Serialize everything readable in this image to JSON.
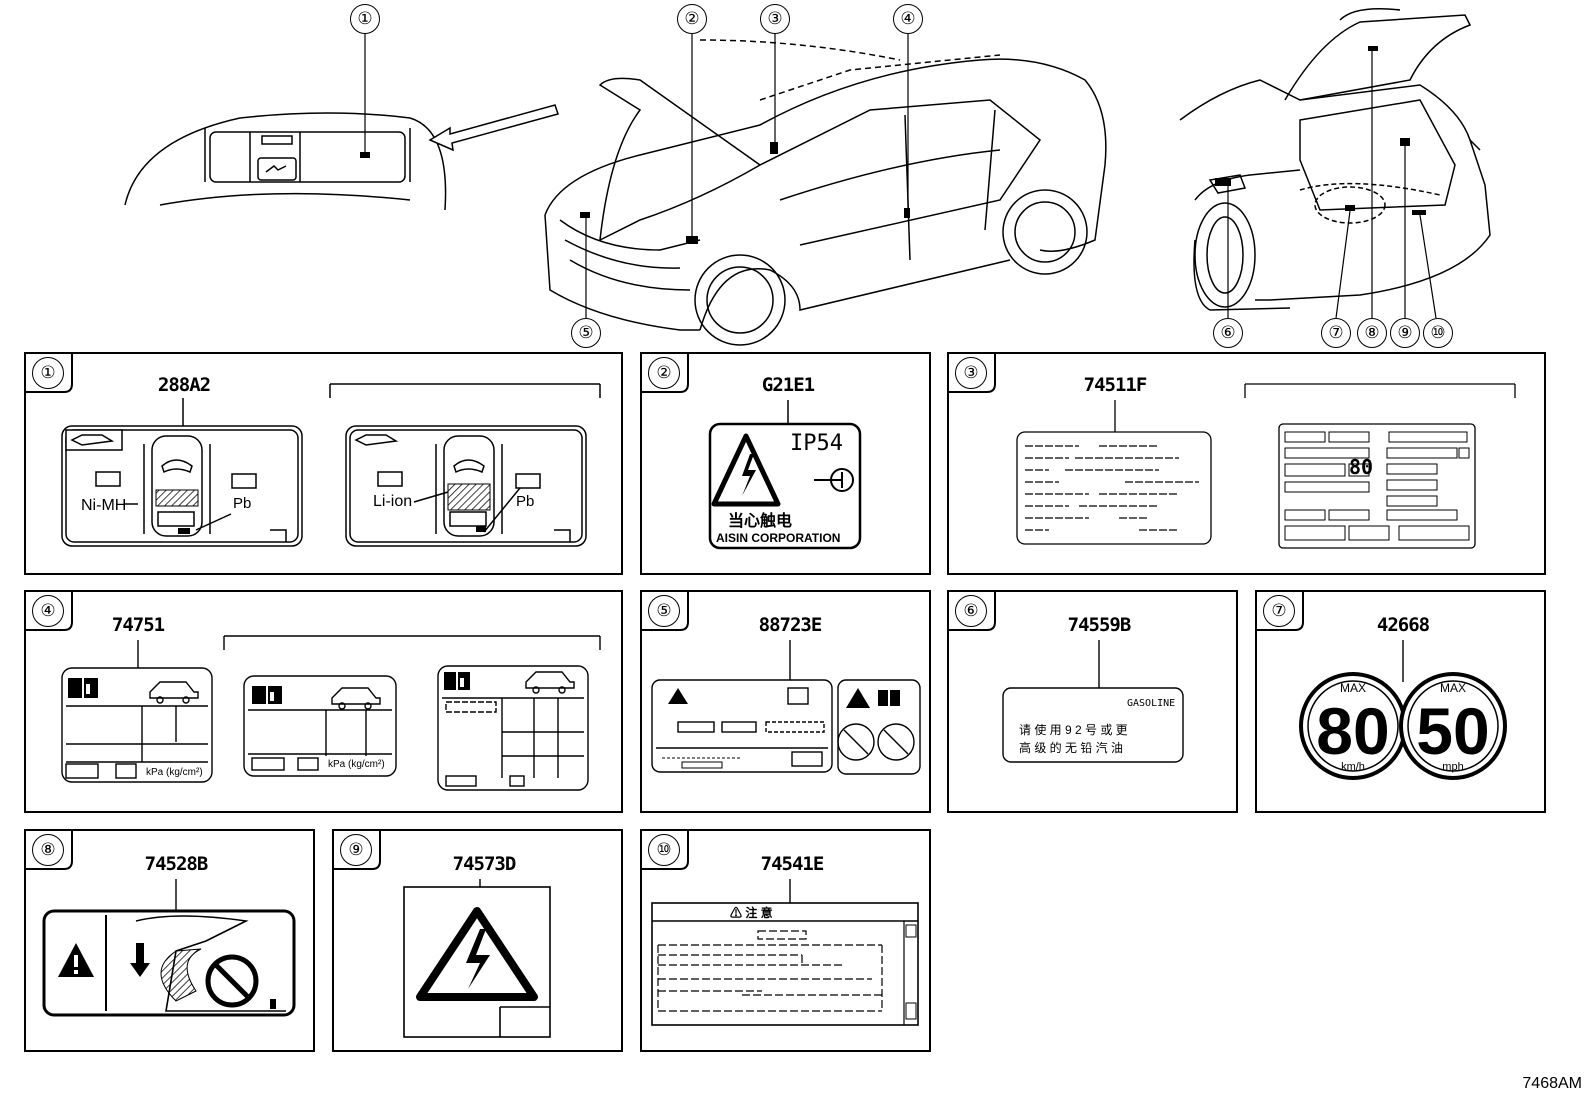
{
  "callouts": [
    "①",
    "②",
    "③",
    "④",
    "⑤",
    "⑥",
    "⑦",
    "⑧",
    "⑨",
    "⑩"
  ],
  "panels": [
    {
      "num": "①",
      "part": "288A2",
      "labels": {
        "left_battery": "Ni-MH",
        "right_battery": "Li-ion",
        "lead": "Pb"
      }
    },
    {
      "num": "②",
      "part": "G21E1",
      "labels": {
        "rating": "IP54",
        "warning_cn": "当心触电",
        "maker": "AISIN CORPORATION"
      }
    },
    {
      "num": "③",
      "part": "74511F"
    },
    {
      "num": "④",
      "part": "74751",
      "labels": {
        "unit": "kPa (kg/cm²)"
      }
    },
    {
      "num": "⑤",
      "part": "88723E"
    },
    {
      "num": "⑥",
      "part": "74559B",
      "labels": {
        "fuel": "GASOLINE",
        "line1": "请 使 用 9 2 号 或 更",
        "line2": "高 级 的 无 铅 汽 油"
      }
    },
    {
      "num": "⑦",
      "part": "42668",
      "labels": {
        "max": "MAX",
        "speed_kmh": "80",
        "unit_kmh": "km/h",
        "speed_mph": "50",
        "unit_mph": "mph"
      }
    },
    {
      "num": "⑧",
      "part": "74528B"
    },
    {
      "num": "⑨",
      "part": "74573D"
    },
    {
      "num": "⑩",
      "part": "74541E",
      "labels": {
        "caution_cn": "⚠  注   意"
      }
    }
  ],
  "diagram_code": "7468AM"
}
